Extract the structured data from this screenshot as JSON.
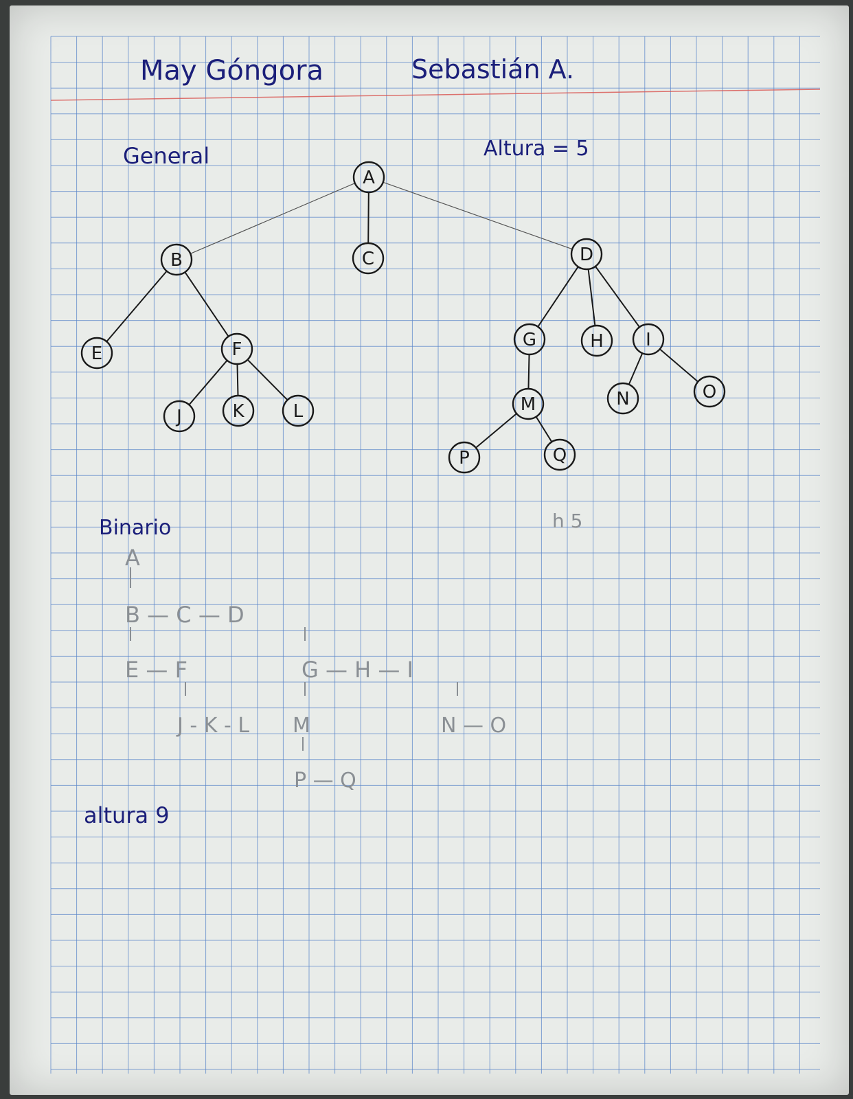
{
  "header": {
    "name_left": "May Góngora",
    "name_right": "Sebastián A."
  },
  "general": {
    "title": "General",
    "height_label": "Altura = 5",
    "pencil_note": "h 5",
    "nodes": [
      "A",
      "B",
      "C",
      "D",
      "E",
      "F",
      "G",
      "H",
      "I",
      "J",
      "K",
      "L",
      "M",
      "N",
      "O",
      "P",
      "Q"
    ],
    "edges": [
      [
        "A",
        "B"
      ],
      [
        "A",
        "C"
      ],
      [
        "A",
        "D"
      ],
      [
        "B",
        "E"
      ],
      [
        "B",
        "F"
      ],
      [
        "F",
        "J"
      ],
      [
        "F",
        "K"
      ],
      [
        "F",
        "L"
      ],
      [
        "D",
        "G"
      ],
      [
        "D",
        "H"
      ],
      [
        "D",
        "I"
      ],
      [
        "G",
        "M"
      ],
      [
        "M",
        "P"
      ],
      [
        "M",
        "Q"
      ],
      [
        "I",
        "N"
      ],
      [
        "I",
        "O"
      ]
    ]
  },
  "binary": {
    "title": "Binario",
    "rows": [
      {
        "text": "A"
      },
      {
        "text": "B — C — D"
      },
      {
        "text": "E — F"
      },
      {
        "text": "G — H — I"
      },
      {
        "text": "J - K - L"
      },
      {
        "text": "M"
      },
      {
        "text": "N — O"
      },
      {
        "text": "P — Q"
      }
    ],
    "height_label": "altura 9"
  },
  "colors": {
    "paper": "#e9ece9",
    "grid": "#5b86c9",
    "margin_line": "#d9534f",
    "blue_ink": "#1b1f7a",
    "dark_ink": "#1a1a1a",
    "pencil": "#8a8f94"
  }
}
